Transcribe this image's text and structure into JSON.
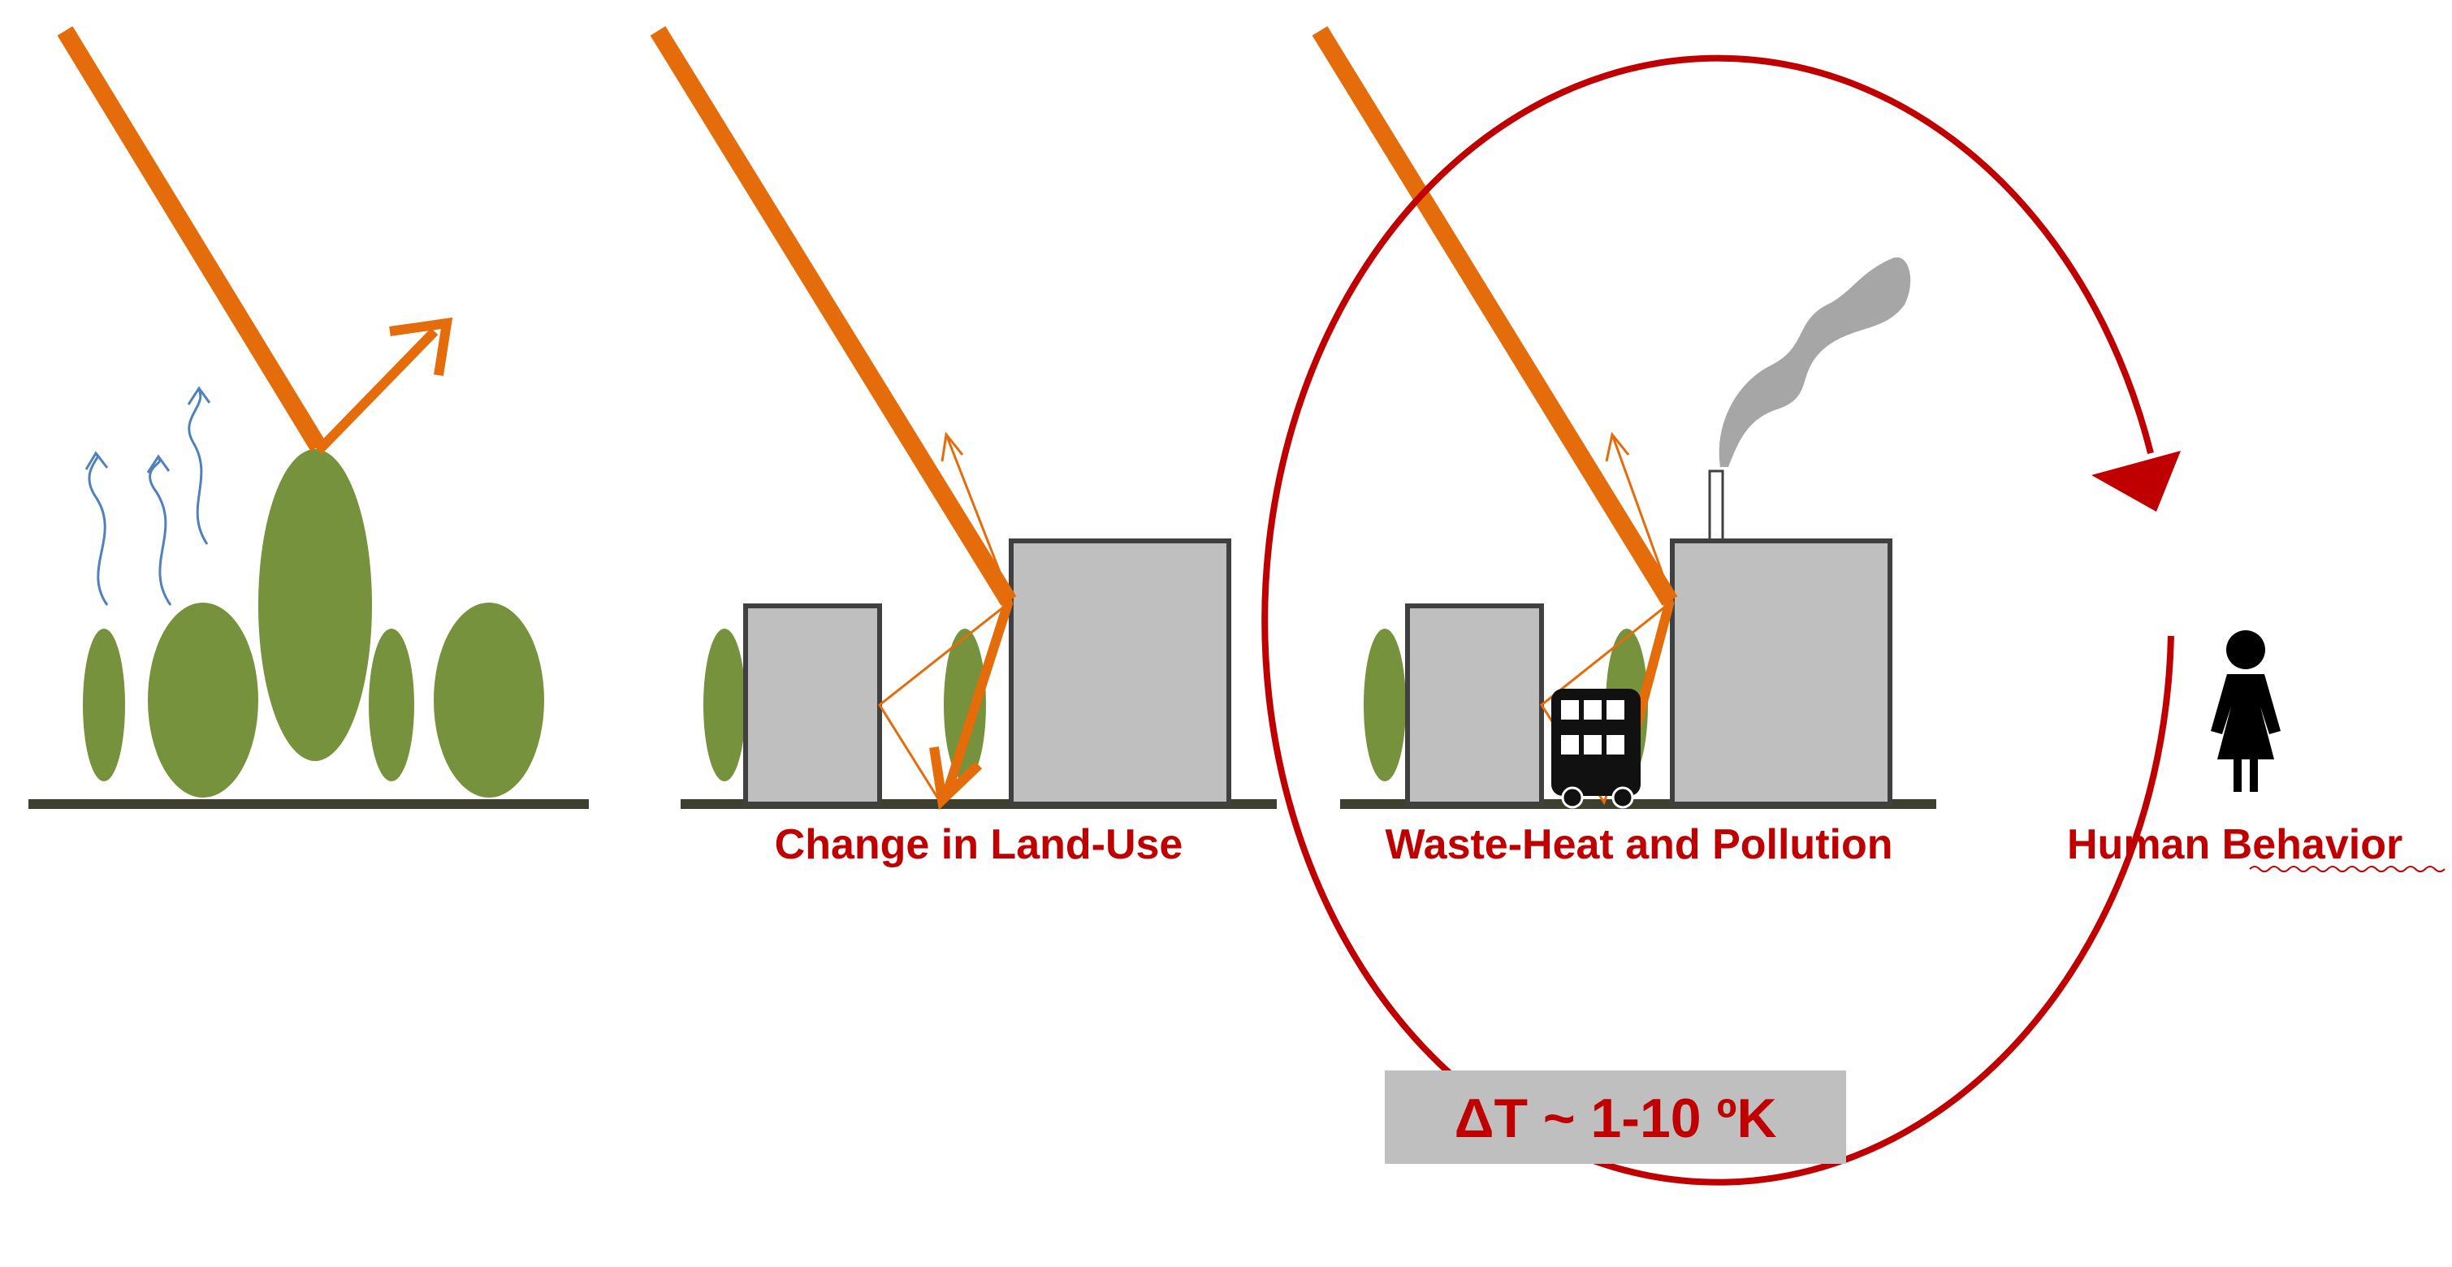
{
  "labels": {
    "land_use": "Change in Land-Use",
    "waste_heat": "Waste-Heat and Pollution",
    "human_behavior": "Human Behavior"
  },
  "delta_t": "ΔT ~ 1-10 ºK",
  "colors": {
    "sunray": "#e46c0a",
    "vegetation": "#76923c",
    "building_fill": "#bfbfbf",
    "building_stroke": "#404040",
    "ground": "#3f3f2f",
    "cycle_arrow": "#c00000",
    "label": "#c00000",
    "evaporation": "#4f81bd",
    "smoke": "#a6a6a6",
    "box": "#bfbfbf"
  },
  "icons": [
    "bus-icon",
    "person-icon",
    "smoke-icon"
  ]
}
